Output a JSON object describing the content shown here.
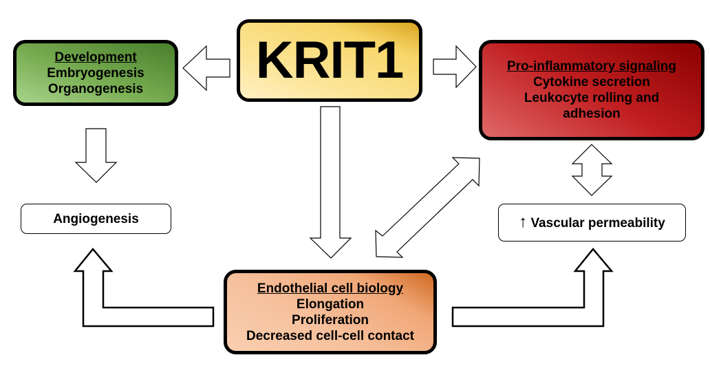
{
  "center": {
    "title": "KRIT1"
  },
  "development": {
    "header": "Development",
    "items": [
      "Embryogenesis",
      "Organogenesis"
    ]
  },
  "inflammatory": {
    "header": "Pro-inflammatory signaling",
    "items": [
      "Cytokine secretion",
      "Leukocyte rolling and",
      "adhesion"
    ]
  },
  "endothelial": {
    "header": "Endothelial cell biology",
    "items": [
      "Elongation",
      "Proliferation",
      "Decreased cell-cell contact"
    ]
  },
  "angiogenesis": {
    "label": "Angiogenesis"
  },
  "permeability": {
    "symbol": "↑",
    "label": "Vascular permeability"
  },
  "colors": {
    "krit": "#f7d668",
    "development": "#78ad52",
    "inflammatory": "#c01e20",
    "endothelial": "#f0a777"
  }
}
